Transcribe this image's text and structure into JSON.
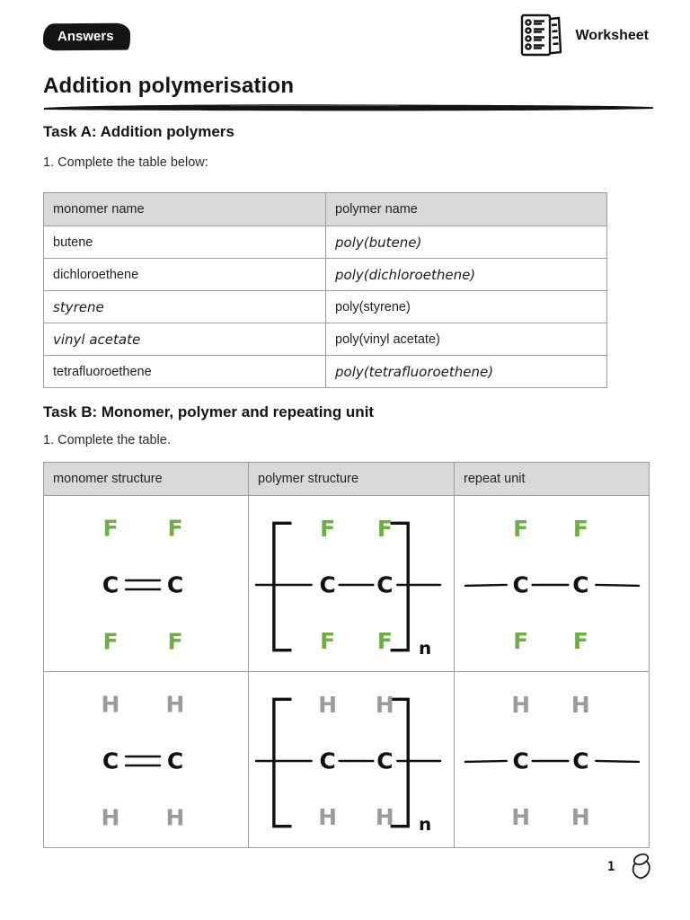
{
  "badge": {
    "label": "Answers"
  },
  "brand": {
    "label": "Worksheet"
  },
  "title": "Addition polymerisation",
  "task_a": {
    "heading": "Task A: Addition polymers",
    "instruction": "1. Complete the table below:",
    "headers": [
      "monomer name",
      "polymer name"
    ],
    "rows": [
      {
        "monomer": "butene",
        "polymer": "poly(butene)"
      },
      {
        "monomer": "dichloroethene",
        "polymer": "poly(dichloroethene)"
      },
      {
        "monomer": "styrene",
        "polymer": "poly(styrene)"
      },
      {
        "monomer": "vinyl acetate",
        "polymer": "poly(vinyl acetate)"
      },
      {
        "monomer": "tetrafluoroethene",
        "polymer": "poly(tetrafluoroethene)"
      }
    ]
  },
  "task_b": {
    "heading": "Task B: Monomer, polymer and repeating unit",
    "instruction": "1. Complete the table.",
    "headers": [
      "monomer structure",
      "polymer structure",
      "repeat unit"
    ],
    "molecules": {
      "row1": {
        "substituent": "F",
        "carbon": "C",
        "subscript": "n",
        "substituent_color": "#6fae44"
      },
      "row2": {
        "substituent": "H",
        "carbon": "C",
        "subscript": "n",
        "substituent_color": "#9b9b9b"
      }
    }
  },
  "footer": {
    "page_number": "1"
  },
  "colors": {
    "accent_green": "#6fae44",
    "atom_gray": "#9b9b9b",
    "table_header_bg": "#d9d9d9",
    "table_border": "#9d9d9d",
    "ink": "#141414"
  }
}
